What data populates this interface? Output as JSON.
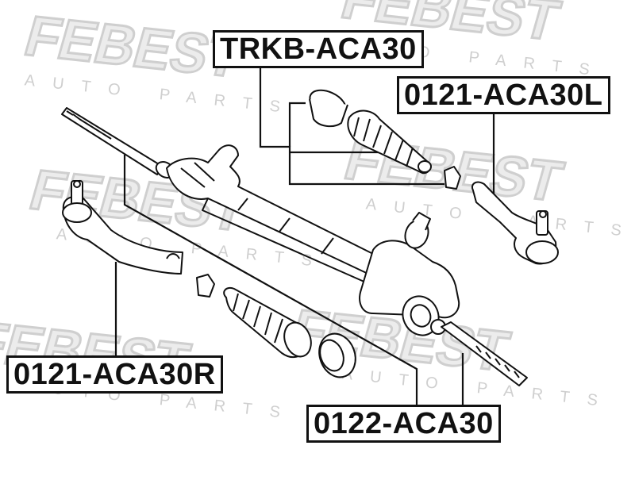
{
  "watermark": {
    "brand": "FEBEST",
    "tagline": "AUTO PARTS",
    "color": "#d9d9d9"
  },
  "labels": {
    "boot_kit": "TRKB-ACA30",
    "tie_rod_end_left": "0121-ACA30L",
    "tie_rod_end_right": "0121-ACA30R",
    "tie_rod": "0122-ACA30"
  },
  "colors": {
    "line": "#111111",
    "part_fill": "#ffffff"
  }
}
